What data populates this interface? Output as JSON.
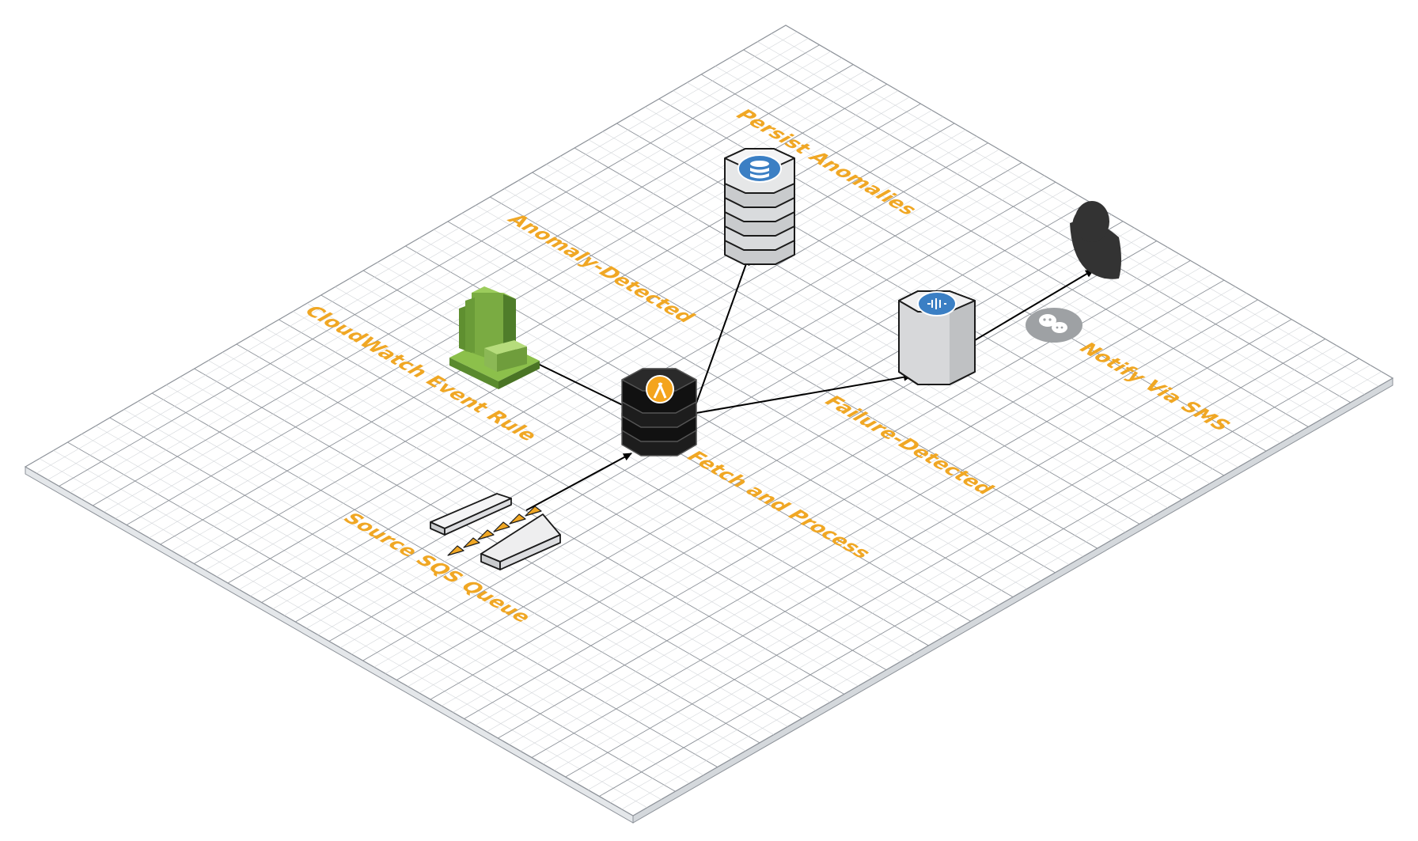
{
  "labels": {
    "cloudwatch": "CloudWatch Event Rule",
    "anomaly": "Anomaly-Detected",
    "persist": "Persist Anomalies",
    "failure": "Failure-Detected",
    "notify": "Notify Via SMS",
    "fetch": "Fetch and Process",
    "source": "Source SQS Queue"
  },
  "icons": {
    "cloudwatch": "cloudwatch-icon",
    "lambda": "lambda-icon",
    "dynamodb": "database-icon",
    "sns": "notification-icon",
    "user": "user-icon",
    "sms": "chat-icon",
    "sqs": "queue-icon"
  },
  "colors": {
    "label": "#f0a724",
    "grid": "#9a9fa6",
    "cloudwatch_green": "#6d9a3b",
    "lambda_orange": "#f4a41c",
    "service_blue": "#3b7fc4"
  }
}
